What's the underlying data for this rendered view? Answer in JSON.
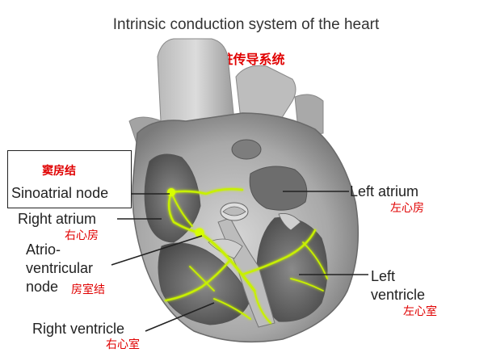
{
  "title": "Intrinsic conduction system of the heart",
  "subtitle": "心脏传导系统",
  "labels": {
    "sinoatrial_cn": "窦房结",
    "sinoatrial_en": "Sinoatrial node",
    "right_atrium_en": "Right atrium",
    "right_atrium_cn": "右心房",
    "av_node_line1": "Atrio-",
    "av_node_line2": "ventricular",
    "av_node_line3": "node",
    "av_node_cn": "房室结",
    "right_ventricle_en": "Right ventricle",
    "right_ventricle_cn": "右心室",
    "left_atrium_en": "Left atrium",
    "left_atrium_cn": "左心房",
    "left_ventricle_line1": "Left",
    "left_ventricle_line2": "ventricle",
    "left_ventricle_cn": "左心室"
  },
  "colors": {
    "conduction": "#c8f000",
    "heart_tissue": "#b4b4b4",
    "chinese_text": "#e00000"
  }
}
